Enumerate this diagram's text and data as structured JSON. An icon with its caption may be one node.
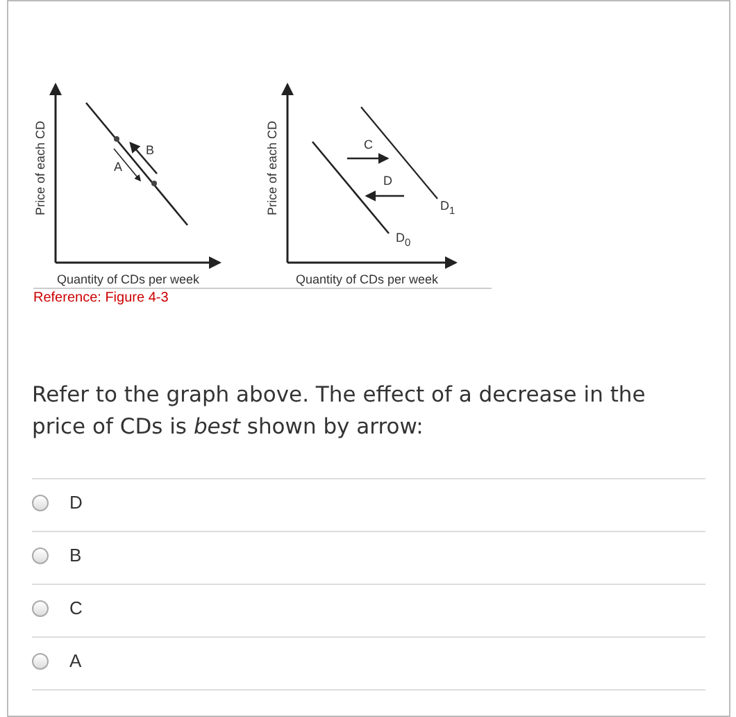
{
  "diagram": {
    "labels": [
      "Price of each CD",
      "B",
      "A",
      "Price of each CD",
      "C",
      "D",
      "D$_{1}$",
      "D$_{0}$",
      "Quantity of CDs per week",
      "Quantity of CDs per week",
      "Reference: Figure 4-3",
      "Refer to the graph above. The effect of a decrease in the price of CDs is *best* shown by arrow:",
      "D",
      "B",
      "C",
      "A"
    ]
  }
}
